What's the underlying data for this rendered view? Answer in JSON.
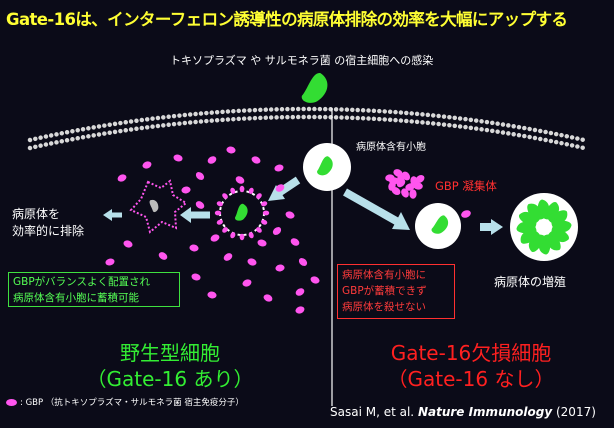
{
  "title": "Gate-16は、インターフェロン誘導性の病原体排除の効率を大幅にアップする",
  "subtitle": "トキソプラズマ や サルモネラ菌 の宿主細胞への感染",
  "labels": {
    "vacuole": "病原体含有小胞",
    "aggregate": "GBP 凝集体",
    "elimination": [
      "病原体を",
      "効率的に排除"
    ],
    "growth": "病原体の増殖"
  },
  "wildtype_box": [
    "GBPがバランスよく配置され",
    "病原体含有小胞に蓄積可能"
  ],
  "knockout_box": [
    "病原体含有小胞に",
    "GBPが蓄積できず",
    "病原体を殺せない"
  ],
  "wildtype_label": [
    "野生型細胞",
    "（Gate-16 あり）"
  ],
  "knockout_label": [
    "Gate-16欠損細胞",
    "（Gate-16 なし）"
  ],
  "legend": ": GBP  （抗トキソプラズマ・サルモネラ菌 宿主免疫分子）",
  "citation": {
    "authors": "Sasai M, et al. ",
    "journal": "Nature Immunology",
    "year": " (2017)"
  },
  "colors": {
    "background": "#0b0b18",
    "title": "#ffff33",
    "pathogen": "#33dd33",
    "gbp": "#ff55ee",
    "wildtype": "#33ee33",
    "knockout": "#ff2020",
    "arrow": "#b8e0ea",
    "membrane": "#d8d8d8"
  }
}
